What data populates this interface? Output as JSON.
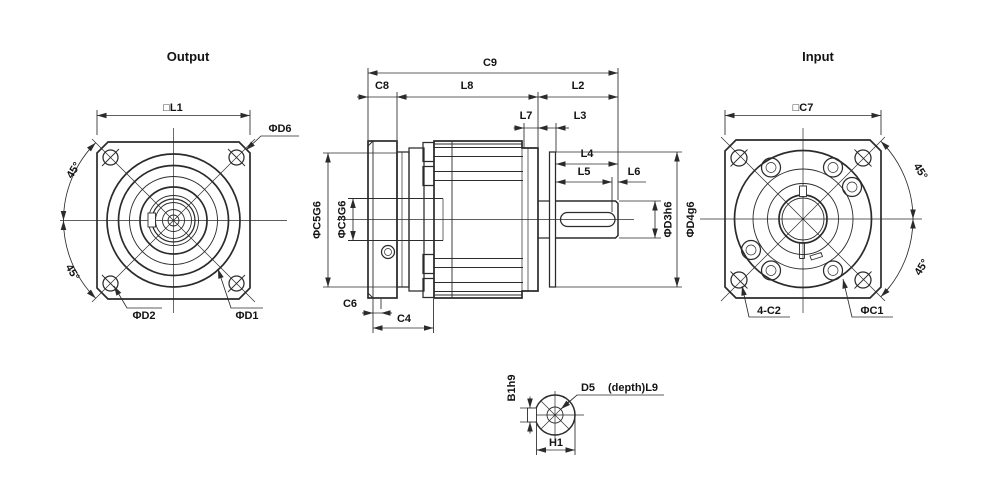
{
  "canvas": {
    "bg": "#ffffff",
    "line_color": "#2b2b2b"
  },
  "views": {
    "output": {
      "title": "Output",
      "dim_l1": "□L1",
      "dim_d6": "ΦD6",
      "dim_d2": "ΦD2",
      "dim_d1": "ΦD1",
      "angle_upper": "45°",
      "angle_lower": "45°"
    },
    "side": {
      "dim_c9": "C9",
      "dim_c8": "C8",
      "dim_l8": "L8",
      "dim_l2": "L2",
      "dim_l7": "L7",
      "dim_l3": "L3",
      "dim_l4": "L4",
      "dim_l5": "L5",
      "dim_l6": "L6",
      "dim_c5": "ΦC5G6",
      "dim_c3": "ΦC3G6",
      "dim_d3": "ΦD3h6",
      "dim_d4": "ΦD4g6",
      "dim_c6": "C6",
      "dim_c4": "C4"
    },
    "input": {
      "title": "Input",
      "dim_c7": "□C7",
      "dim_c2": "4-C2",
      "dim_c1": "ΦC1",
      "angle_upper": "45°",
      "angle_lower": "45°"
    },
    "section": {
      "dim_b1": "B1h9",
      "dim_d5": "D5",
      "dim_l9": "(depth)L9",
      "dim_h1": "H1"
    }
  }
}
